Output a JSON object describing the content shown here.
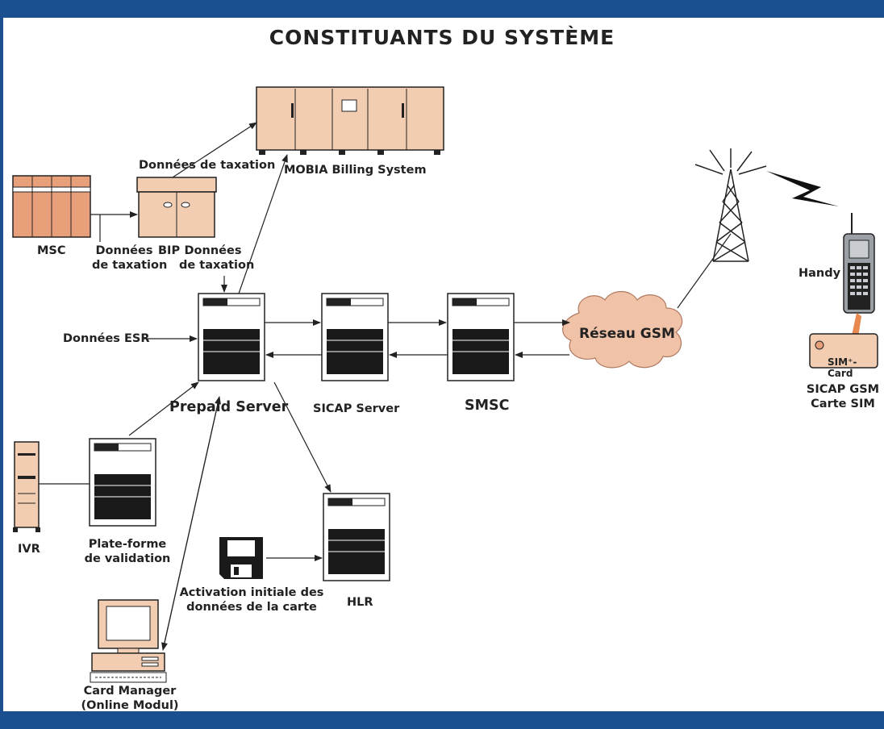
{
  "title": "CONSTITUANTS DU SYSTÈME",
  "nodes": {
    "mobia": "MOBIA Billing System",
    "msc": "MSC",
    "bip": "BIP",
    "prepaid": "Prepaid Server",
    "sicap": "SICAP Server",
    "smsc": "SMSC",
    "gsm": "Réseau GSM",
    "handy": "Handy",
    "sicap_gsm_1": "SICAP GSM",
    "sicap_gsm_2": "Carte SIM",
    "sim_card": "SIM⁺- Card",
    "ivr": "IVR",
    "plateforme_1": "Plate-forme",
    "plateforme_2": "de validation",
    "hlr": "HLR",
    "card_manager_1": "Card Manager",
    "card_manager_2": "(Online Modul)",
    "activation_1": "Activation initiale des",
    "activation_2": "données de la carte"
  },
  "edge_labels": {
    "taxation_top": "Données de taxation",
    "msc_bip_1": "Données",
    "msc_bip_2": "de taxation",
    "bip_prepaid_1": "Données",
    "bip_prepaid_2": "de taxation",
    "esr": "Données ESR"
  },
  "colors": {
    "frame": "#1c4f8f",
    "equipment_fill": "#f2cdb1",
    "msc_fill": "#e8a07a",
    "cloud_fill": "#f0c3a8",
    "server_fill": "#ffffff"
  }
}
